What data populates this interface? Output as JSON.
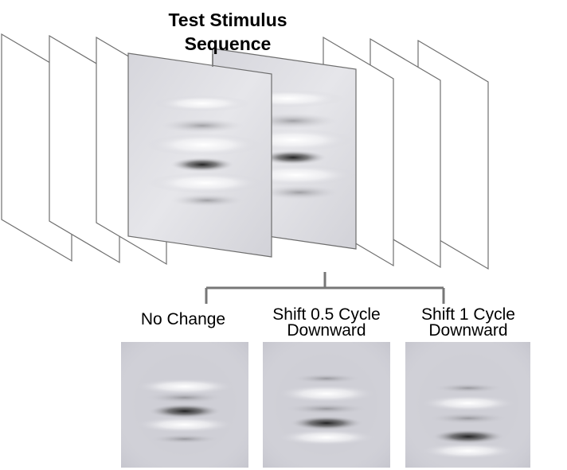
{
  "title": {
    "line1": "Test Stimulus",
    "line2": "Sequence"
  },
  "options": [
    {
      "line1": "No Change",
      "line2": "",
      "shift_cycles": 0
    },
    {
      "line1": "Shift 0.5 Cycle",
      "line2": "Downward",
      "shift_cycles": 0.5
    },
    {
      "line1": "Shift 1 Cycle",
      "line2": "Downward",
      "shift_cycles": 1
    }
  ],
  "colors": {
    "frame_stroke": "#6e6e6e",
    "background_gray": "#cfcfd6",
    "dark_stripe": "#2a2a2a",
    "connector": "#777777"
  }
}
